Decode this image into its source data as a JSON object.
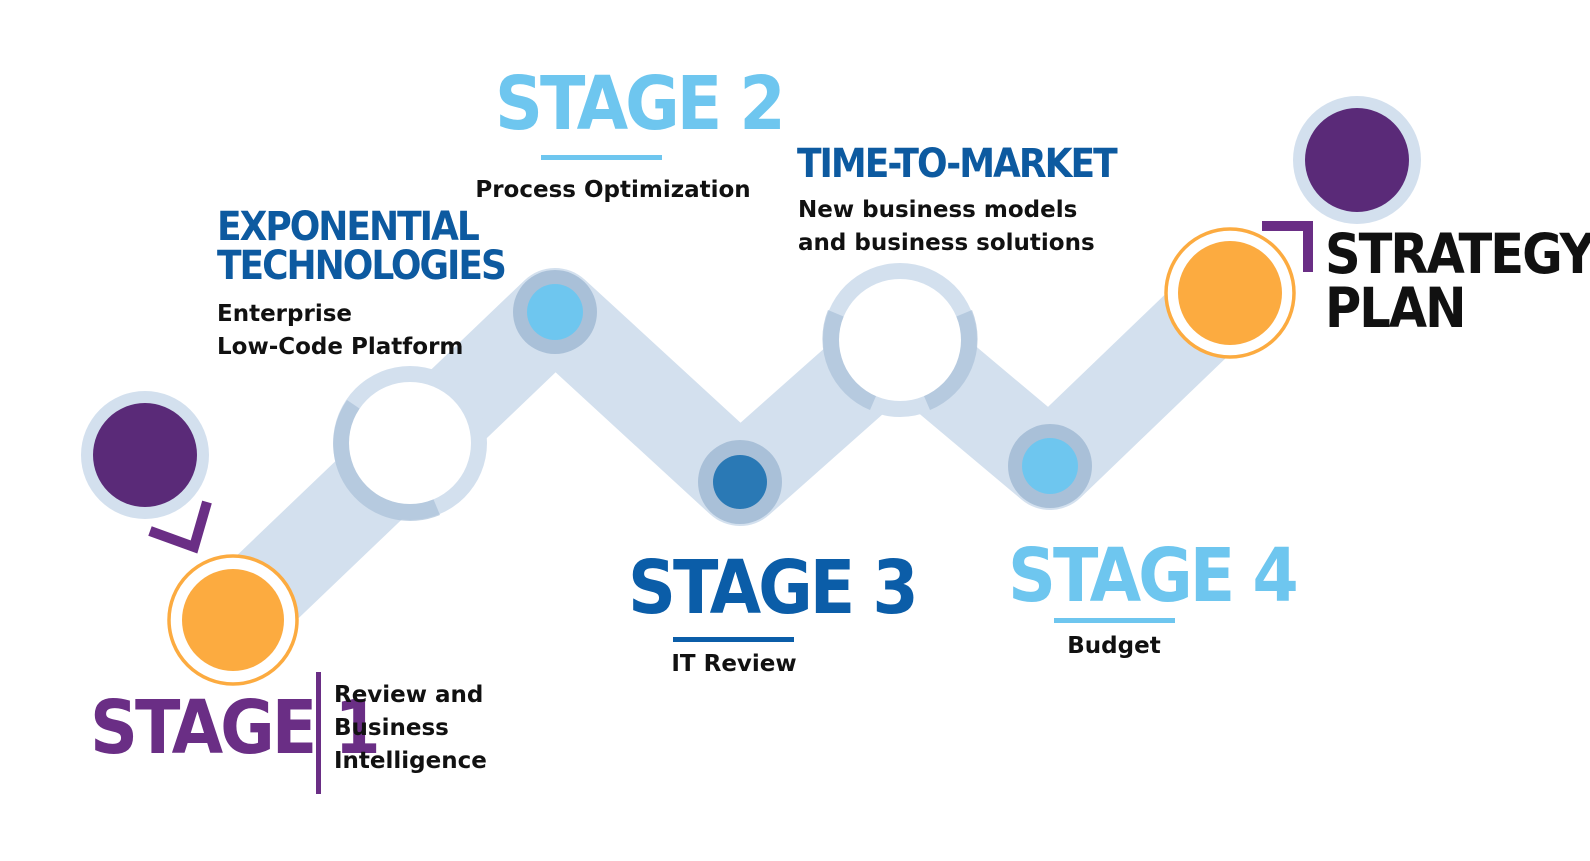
{
  "colors": {
    "path": "#d3e0ee",
    "ring_light": "#d3e0ee",
    "ring_dark": "#a9c0d8",
    "purple": "#5a2a78",
    "stage1_purple": "#6a2e85",
    "orange": "#fcab40",
    "light_blue": "#6ec6ef",
    "mid_blue": "#2f7fba",
    "dark_blue": "#0b5da8",
    "navy": "#0d5aa0",
    "black": "#111111"
  },
  "stage1": {
    "title": "STAGE 1",
    "lines": [
      "Review and",
      "Business",
      "Intelligence"
    ]
  },
  "exponential": {
    "title_lines": [
      "EXPONENTIAL",
      "TECHNOLOGIES"
    ],
    "lines": [
      "Enterprise",
      "Low-Code Platform"
    ]
  },
  "stage2": {
    "title": "STAGE 2",
    "subtitle": "Process Optimization"
  },
  "stage3": {
    "title": "STAGE 3",
    "subtitle": "IT Review"
  },
  "time_to_market": {
    "title": "TIME-TO-MARKET",
    "lines": [
      "New business models",
      "and business solutions"
    ]
  },
  "stage4": {
    "title": "STAGE 4",
    "subtitle": "Budget"
  },
  "strategy": {
    "title_lines": [
      "STRATEGY",
      "PLAN"
    ]
  }
}
